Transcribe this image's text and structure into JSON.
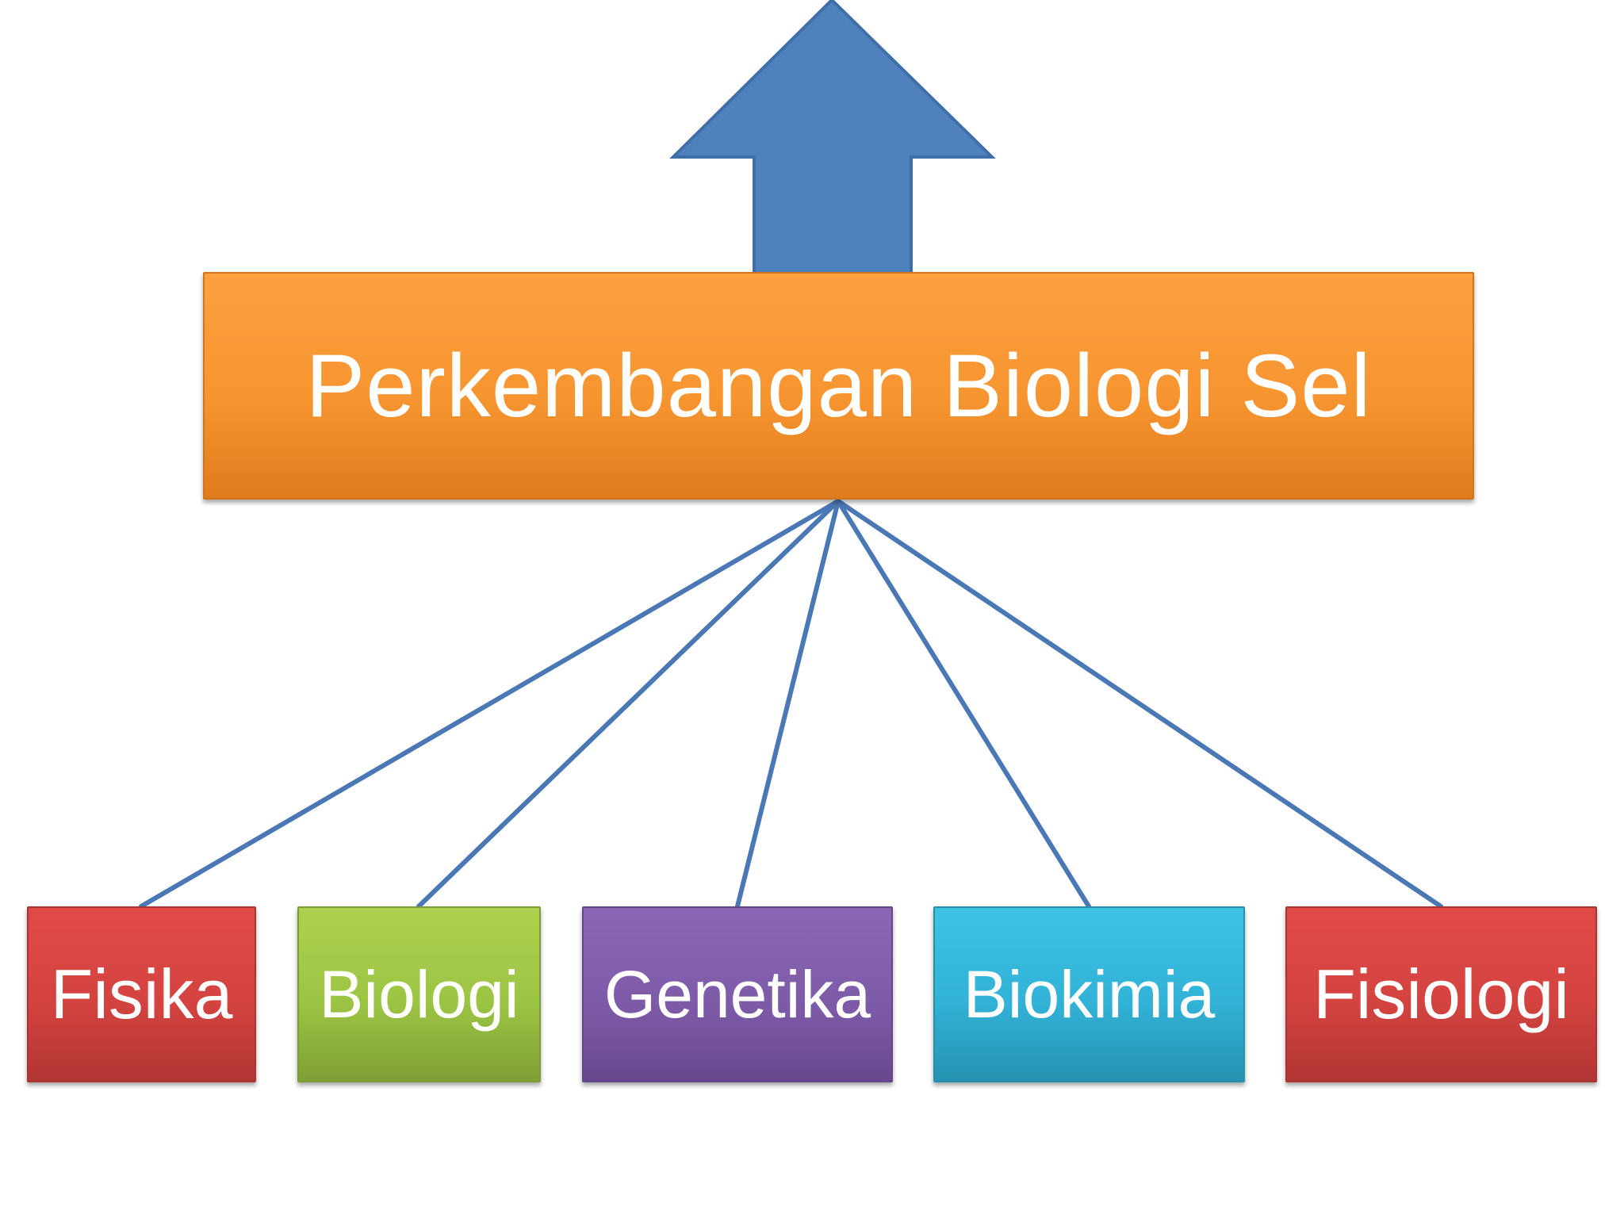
{
  "diagram": {
    "root": {
      "label": "Perkembangan Biologi Sel"
    },
    "children": [
      {
        "label": "Fisika",
        "color": "#d44340"
      },
      {
        "label": "Biologi",
        "color": "#9cc443"
      },
      {
        "label": "Genetika",
        "color": "#7e5ba9"
      },
      {
        "label": "Biokimia",
        "color": "#31b2d6"
      },
      {
        "label": "Fisiologi",
        "color": "#d44340"
      }
    ],
    "colors": {
      "arrow": "#4f81bd",
      "connector": "#4a78b5",
      "root_box": "#f79530"
    },
    "icons": {
      "arrow": "up-arrow-icon"
    }
  }
}
